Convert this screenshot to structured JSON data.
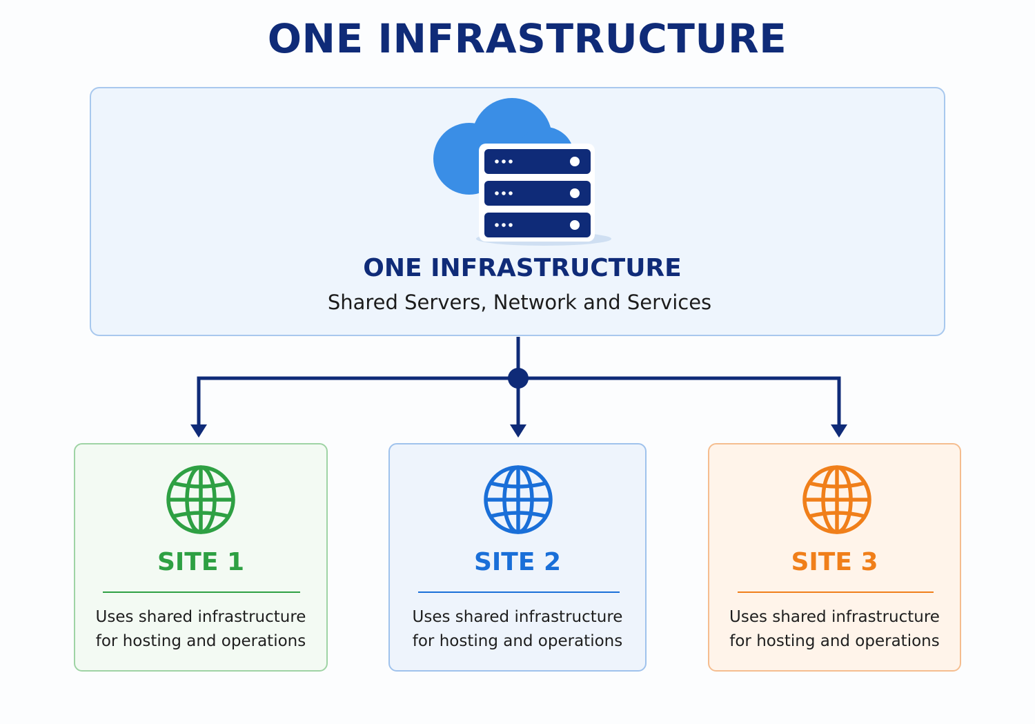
{
  "header": {
    "title": "ONE INFRASTRUCTURE"
  },
  "infrastructure": {
    "title": "ONE INFRASTRUCTURE",
    "subtitle": "Shared Servers, Network and Services",
    "icon": "cloud-server-icon"
  },
  "colors": {
    "navy": "#0f2b78",
    "cloud_blue": "#3a8ee6",
    "site1_green": "#2ea043",
    "site2_blue": "#1a6fd8",
    "site3_orange": "#f07f1a"
  },
  "sites": [
    {
      "title": "SITE 1",
      "line1": "Uses shared infrastructure",
      "line2": "for hosting and operations",
      "color": "#2ea043",
      "icon": "globe-icon"
    },
    {
      "title": "SITE 2",
      "line1": "Uses shared infrastructure",
      "line2": "for hosting and operations",
      "color": "#1a6fd8",
      "icon": "globe-icon"
    },
    {
      "title": "SITE 3",
      "line1": "Uses shared infrastructure",
      "line2": "for hosting and operations",
      "color": "#f07f1a",
      "icon": "globe-icon"
    }
  ]
}
